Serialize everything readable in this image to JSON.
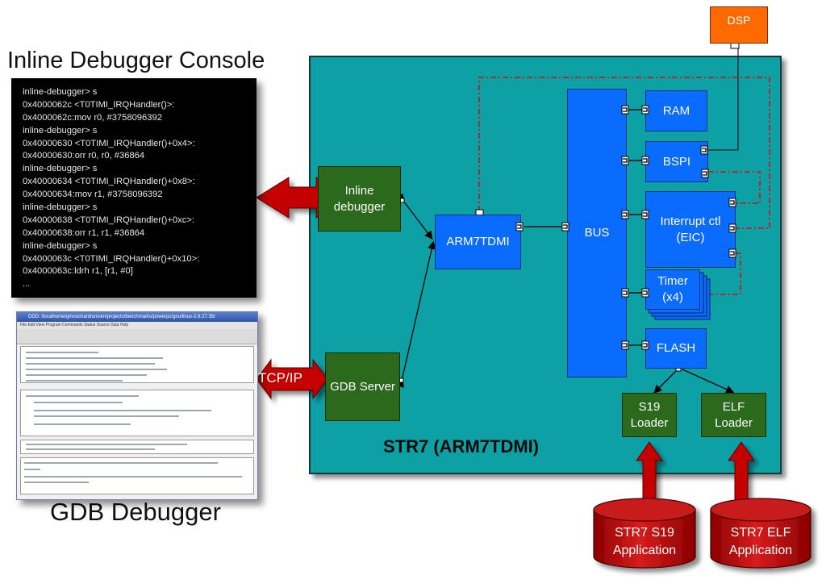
{
  "titles": {
    "console_title": "Inline Debugger Console",
    "gdb_title": "GDB Debugger",
    "chip_label": "STR7 (ARM7TDMI)"
  },
  "console": {
    "lines": [
      "inline-debugger> s",
      "0x4000062c <T0TIMI_IRQHandler()>:",
      "0x4000062c:mov r0, #3758096392",
      "inline-debugger> s",
      "0x40000630 <T0TIMI_IRQHandler()+0x4>:",
      "0x40000630:orr r0, r0, #36864",
      "inline-debugger> s",
      "0x40000634 <T0TIMI_IRQHandler()+0x8>:",
      "0x40000634:mov r1, #3758096392",
      "inline-debugger> s",
      "0x40000638 <T0TIMI_IRQHandler()+0xc>:",
      "0x40000638:orr r1, r1, #36864",
      "inline-debugger> s",
      "0x4000063c <T0TIMI_IRQHandler()+0x10>:",
      "0x4000063c:ldrh r1, [r1, #0]",
      "..."
    ]
  },
  "gdb_window": {
    "title_text": "DDD: /localhome/gmouchard/unisim/projects/benchmarks/powerpc/gnu/linux-2.6.27.35/",
    "menu_text": "File  Edit  View  Program  Commands  Status  Source  Data                       Help"
  },
  "blocks": {
    "dsp": "DSP",
    "ram": "RAM",
    "bspi": "BSPI",
    "eic_line1": "Interrupt ctl",
    "eic_line2": "(EIC)",
    "timer_line1": "Timer",
    "timer_line2": "(x4)",
    "flash": "FLASH",
    "bus": "BUS",
    "arm": "ARM7TDMI",
    "inline_line1": "Inline",
    "inline_line2": "debugger",
    "gdb_server": "GDB Server",
    "s19_line1": "S19",
    "s19_line2": "Loader",
    "elf_line1": "ELF",
    "elf_line2": "Loader"
  },
  "arrows": {
    "tcpip": "TCP/IP"
  },
  "databases": {
    "s19_line1": "STR7 S19",
    "s19_line2": "Application",
    "elf_line1": "STR7 ELF",
    "elf_line2": "Application"
  },
  "colors": {
    "chip_bg": "#11a1a6",
    "block_blue": "#0a6cff",
    "block_green": "#2b6a1c",
    "dsp_orange": "#ff6a00",
    "arrow_red": "#c40000",
    "irq_line": "#d01010"
  }
}
